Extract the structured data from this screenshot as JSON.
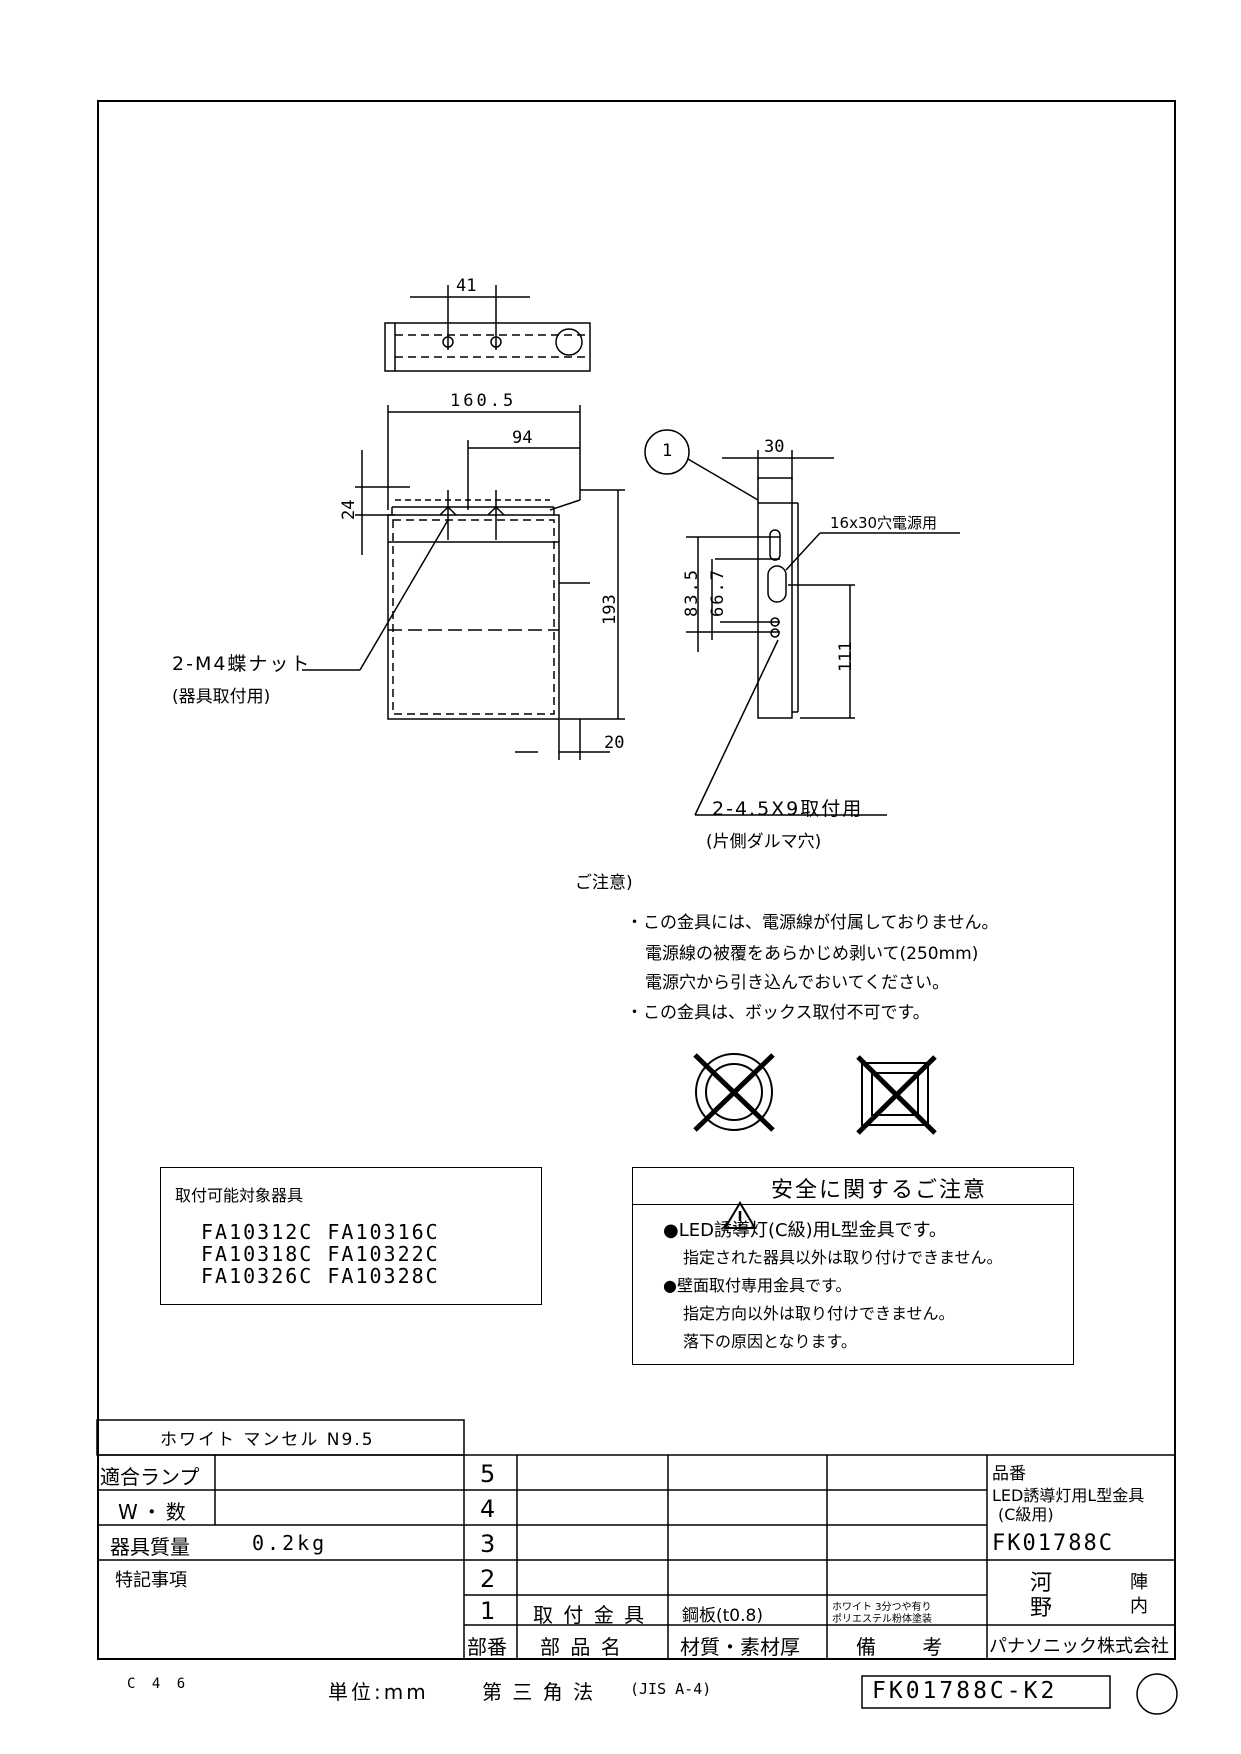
{
  "drawing": {
    "dims": {
      "d41": "41",
      "d160_5": "160.5",
      "d94": "94",
      "d24": "24",
      "d193": "193",
      "d20": "20",
      "d30": "30",
      "d83_5": "83.5",
      "d66_7": "66.7",
      "d111": "111"
    },
    "balloon": "1",
    "labels": {
      "nut": "2-M4蝶ナット",
      "nut_sub": "(器具取付用)",
      "hole_power": "16x30穴電源用",
      "hole_mount": "2-4.5X9取付用",
      "hole_mount_sub": "(片側ダルマ穴)"
    }
  },
  "notes": {
    "heading": "ご注意)",
    "line1": "・この金具には、電源線が付属しておりません。",
    "line2": "電源線の被覆をあらかじめ剥いて(250mm)",
    "line3": "電源穴から引き込んでおいてください。",
    "line4": "・この金具は、ボックス取付不可です。"
  },
  "compatible": {
    "title": "取付可能対象器具",
    "rows": [
      "FA10312C FA10316C",
      "FA10318C FA10322C",
      "FA10326C FA10328C"
    ]
  },
  "safety": {
    "title": "安全に関するご注意",
    "item1": "LED誘導灯(C級)用L型金具です。",
    "item1_sub": "指定された器具以外は取り付けできません。",
    "item2": "壁面取付専用金具です。",
    "item2_sub1": "指定方向以外は取り付けできません。",
    "item2_sub2": "落下の原因となります。"
  },
  "titleblock": {
    "color": "ホワイト マンセル N9.5",
    "lamp_label": "適合ランプ",
    "watt_label": "W・数",
    "mass_label": "器具質量",
    "mass_value": "0.2kg",
    "special_label": "特記事項",
    "row_nums": [
      "5",
      "4",
      "3",
      "2",
      "1"
    ],
    "part_name": "取 付 金 具",
    "material": "鋼板(t0.8)",
    "remarks_1": "ホワイト 3分つや有り",
    "remarks_2": "ポリエステル粉体塗装",
    "header_no": "部番",
    "header_name": "部 品 名",
    "header_material": "材質・素材厚",
    "header_remarks": "備 考",
    "product_label": "品番",
    "product_desc_1": "LED誘導灯用L型金具",
    "product_desc_2": "(C級用)",
    "product_code": "FK01788C",
    "sign_1a": "河",
    "sign_1b": "野",
    "sign_2a": "陣",
    "sign_2b": "内",
    "company": "パナソニック株式会社"
  },
  "footer": {
    "code_left": "C 4 6",
    "unit": "単位:mm",
    "projection": "第 三 角 法",
    "paper": "(JIS A-4)",
    "drawing_no": "FK01788C-K2"
  }
}
